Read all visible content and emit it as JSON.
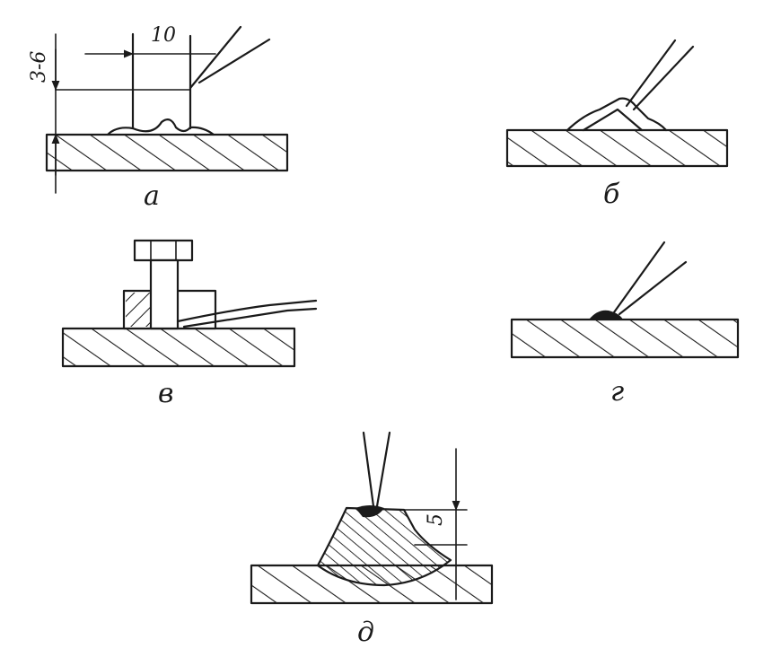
{
  "panels": [
    {
      "id": "a",
      "label": "а",
      "dimension_top": "10",
      "dimension_side": "3-6"
    },
    {
      "id": "b",
      "label": "б"
    },
    {
      "id": "v",
      "label": "в"
    },
    {
      "id": "g",
      "label": "г"
    },
    {
      "id": "d",
      "label": "д",
      "dimension_side": "5"
    }
  ],
  "colors": {
    "ink": "#1a1a1a",
    "background": "#ffffff"
  }
}
